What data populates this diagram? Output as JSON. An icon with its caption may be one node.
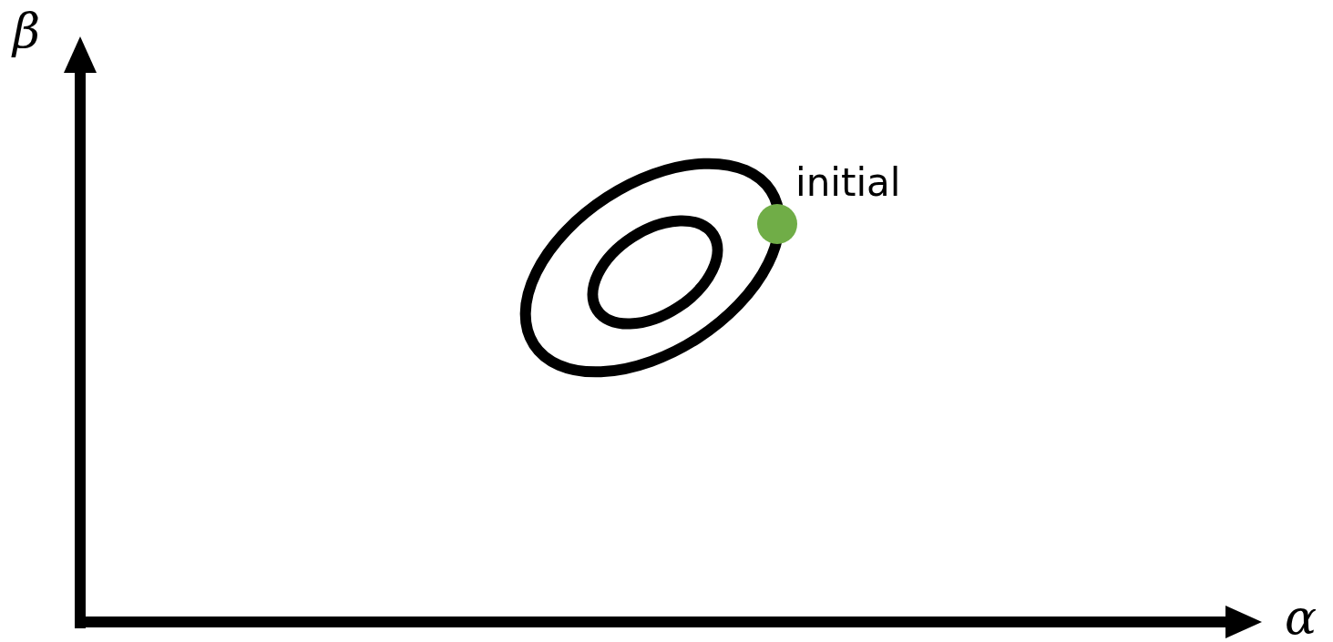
{
  "diagram": {
    "labels": [
      "β",
      "α",
      "initial"
    ]
  }
}
